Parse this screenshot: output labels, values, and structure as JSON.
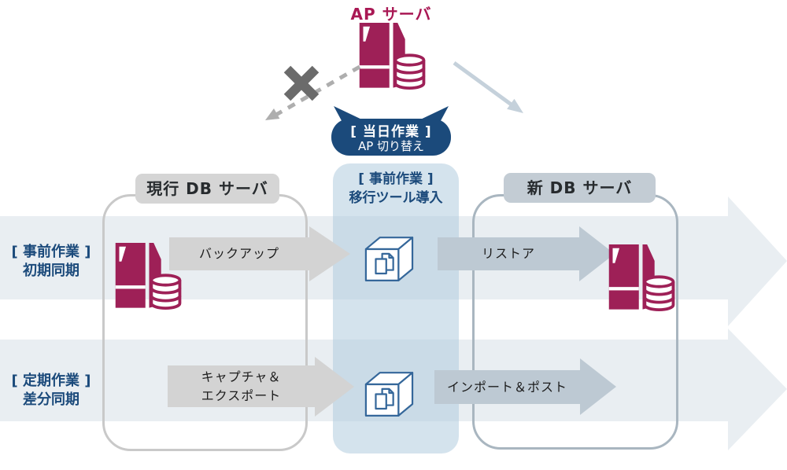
{
  "title": {
    "ap_server": "AP サーバ"
  },
  "bubble": {
    "line1": "[ 当日作業 ]",
    "line2": "AP 切り替え"
  },
  "panel": {
    "line1": "[ 事前作業 ]",
    "line2": "移行ツール導入"
  },
  "boxes": {
    "current": "現行 DB サーバ",
    "new": "新 DB サーバ"
  },
  "rows": [
    {
      "phase_line1": "[ 事前作業 ]",
      "phase_line2": "初期同期",
      "arrow_left": "バックアップ",
      "arrow_right": "リストア"
    },
    {
      "phase_line1": "[ 定期作業 ]",
      "phase_line2": "差分同期",
      "arrow_left_line1": "キャプチャ＆",
      "arrow_left_line2": "エクスポート",
      "arrow_right": "インポート＆ポスト"
    }
  ],
  "icons": {
    "ap_server": "server-with-database-icon",
    "current_db_server": "server-with-database-icon",
    "new_db_server": "server-with-database-icon",
    "migration_tool": "cube-with-documents-icon",
    "blocked": "x-mark-icon",
    "switchover": "down-right-arrow-icon",
    "old_path": "dashed-arrow-icon"
  },
  "colors": {
    "crimson": "#9e2057",
    "title_crimson": "#a91854",
    "navy": "#1b4a7b",
    "band": "#e9eef2",
    "panel": "#d7e5ee",
    "gray_arrow": "#d3d3d3",
    "bluegray_arrow": "#bdc9d3",
    "pill_current": "#d5d5d5",
    "pill_new": "#c3ccd4",
    "box_border_current": "#c9c9c9",
    "box_border_new": "#a9b6c0",
    "cube_stroke": "#35679a",
    "x_mark": "#6b6b6b"
  }
}
